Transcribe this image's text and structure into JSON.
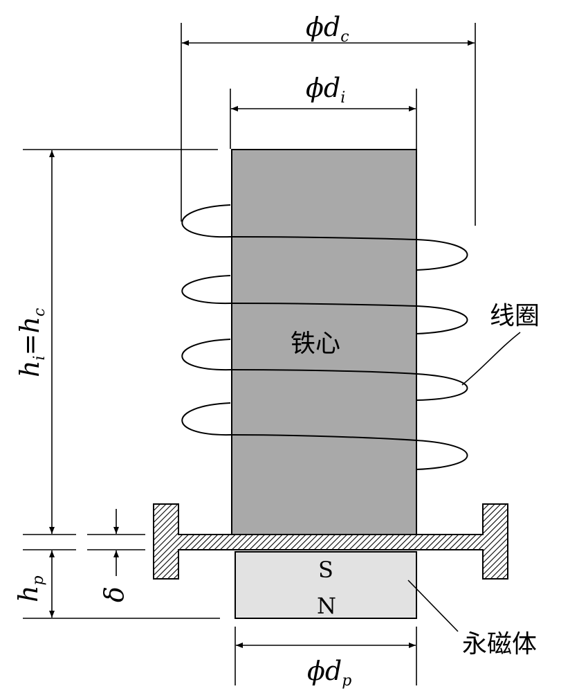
{
  "diagram": {
    "dim_coil_diameter": {
      "symbol": "ϕ",
      "var": "d",
      "sub": "c"
    },
    "dim_core_diameter": {
      "symbol": "ϕ",
      "var": "d",
      "sub": "i"
    },
    "dim_magnet_diameter": {
      "symbol": "ϕ",
      "var": "d",
      "sub": "p"
    },
    "dim_height_core_coil": {
      "var1": "h",
      "sub1": "i",
      "eq": "=",
      "var2": "h",
      "sub2": "c"
    },
    "dim_height_magnet": {
      "var": "h",
      "sub": "p"
    },
    "dim_gap": {
      "symbol": "δ"
    },
    "label_coil": "线圈",
    "label_core": "铁心",
    "label_magnet": "永磁体",
    "pole_south": "S",
    "pole_north": "N"
  },
  "colors": {
    "core_fill": "#a9a9a9",
    "magnet_fill": "#e2e2e2",
    "stroke": "#000000",
    "background": "#ffffff"
  }
}
